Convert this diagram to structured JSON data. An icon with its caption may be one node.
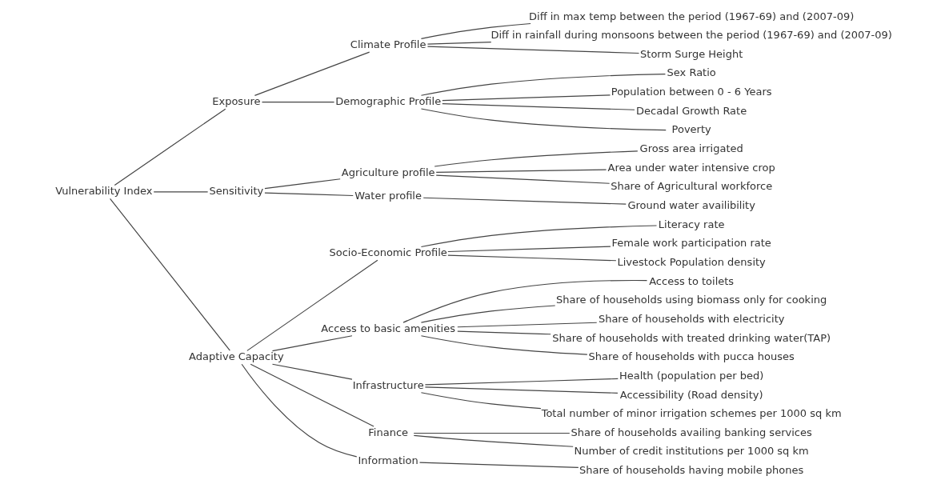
{
  "diagram": {
    "nodes": [
      {
        "text": [
          "Vulnerability Index"
        ]
      },
      {
        "text": [
          "Exposure"
        ]
      },
      {
        "text": [
          "Climate Profile"
        ]
      },
      {
        "text": [
          "Diff in max temp between the period (1967-69) and (2007-09)"
        ]
      },
      {
        "text": [
          "Diff in rainfall during monsoons between the period (1967-69) and (2007-09)"
        ]
      },
      {
        "text": [
          "Storm Surge Height"
        ]
      },
      {
        "text": [
          "Demographic Profile"
        ]
      },
      {
        "text": [
          "Sex Ratio"
        ]
      },
      {
        "text": [
          "Population between 0 - 6 Years"
        ]
      },
      {
        "text": [
          "Decadal Growth Rate"
        ]
      },
      {
        "text": [
          "Poverty"
        ]
      },
      {
        "text": [
          "Sensitivity"
        ]
      },
      {
        "text": [
          "Agriculture profile"
        ]
      },
      {
        "text": [
          "Gross area irrigated"
        ]
      },
      {
        "text": [
          "Area under water intensive crop"
        ]
      },
      {
        "text": [
          "Share of Agricultural workforce"
        ]
      },
      {
        "text": [
          "Water profile"
        ]
      },
      {
        "text": [
          "Ground water availibility"
        ]
      },
      {
        "text": [
          "Adaptive Capacity"
        ]
      },
      {
        "text": [
          "Socio-Economic Profile"
        ]
      },
      {
        "text": [
          "Literacy rate"
        ]
      },
      {
        "text": [
          "Female work participation rate"
        ]
      },
      {
        "text": [
          "Livestock Population density"
        ]
      },
      {
        "text": [
          "Access to basic amenities"
        ]
      },
      {
        "text": [
          "Access to toilets"
        ]
      },
      {
        "text": [
          "Share of households using biomass only for cooking"
        ]
      },
      {
        "text": [
          "Share of households with electricity"
        ]
      },
      {
        "text": [
          "Share of households with treated drinking water(TAP)"
        ]
      },
      {
        "text": [
          "Share of households with pucca houses"
        ]
      },
      {
        "text": [
          "Infrastructure"
        ]
      },
      {
        "text": [
          "Health (population per bed)"
        ]
      },
      {
        "text": [
          "Accessibility (Road density)"
        ]
      },
      {
        "text": [
          "Total number of minor irrigation schemes per 1000 sq km"
        ]
      },
      {
        "text": [
          "Finance"
        ]
      },
      {
        "text": [
          "Share of households availing banking services"
        ]
      },
      {
        "text": [
          "Number of credit institutions per 1000 sq km"
        ]
      },
      {
        "text": [
          "Information"
        ]
      },
      {
        "text": [
          "Share of households having mobile phones"
        ]
      }
    ],
    "edges": [
      {
        "from": 0,
        "to": 1,
        "arrow": "none"
      },
      {
        "from": 1,
        "to": 2,
        "arrow": "none"
      },
      {
        "from": 2,
        "to": 3,
        "arrow": "none"
      },
      {
        "from": 2,
        "to": 4,
        "arrow": "none"
      },
      {
        "from": 2,
        "to": 5,
        "arrow": "none"
      },
      {
        "from": 1,
        "to": 6,
        "arrow": "none"
      },
      {
        "from": 6,
        "to": 7,
        "arrow": "none"
      },
      {
        "from": 6,
        "to": 8,
        "arrow": "none"
      },
      {
        "from": 6,
        "to": 9,
        "arrow": "none"
      },
      {
        "from": 6,
        "to": 10,
        "arrow": "none"
      },
      {
        "from": 0,
        "to": 11,
        "arrow": "none"
      },
      {
        "from": 11,
        "to": 12,
        "arrow": "none"
      },
      {
        "from": 12,
        "to": 13,
        "arrow": "none"
      },
      {
        "from": 12,
        "to": 14,
        "arrow": "none"
      },
      {
        "from": 12,
        "to": 15,
        "arrow": "none"
      },
      {
        "from": 11,
        "to": 16,
        "arrow": "none"
      },
      {
        "from": 16,
        "to": 17,
        "arrow": "none"
      },
      {
        "from": 0,
        "to": 18,
        "arrow": "none"
      },
      {
        "from": 18,
        "to": 19,
        "arrow": "none"
      },
      {
        "from": 19,
        "to": 20,
        "arrow": "none"
      },
      {
        "from": 19,
        "to": 21,
        "arrow": "none"
      },
      {
        "from": 19,
        "to": 22,
        "arrow": "none"
      },
      {
        "from": 18,
        "to": 23,
        "arrow": "none"
      },
      {
        "from": 23,
        "to": 24,
        "arrow": "none"
      },
      {
        "from": 23,
        "to": 25,
        "arrow": "none"
      },
      {
        "from": 23,
        "to": 26,
        "arrow": "none"
      },
      {
        "from": 23,
        "to": 27,
        "arrow": "none"
      },
      {
        "from": 23,
        "to": 28,
        "arrow": "none"
      },
      {
        "from": 18,
        "to": 29,
        "arrow": "none"
      },
      {
        "from": 29,
        "to": 30,
        "arrow": "none"
      },
      {
        "from": 29,
        "to": 31,
        "arrow": "none"
      },
      {
        "from": 29,
        "to": 32,
        "arrow": "none"
      },
      {
        "from": 18,
        "to": 33,
        "arrow": "none"
      },
      {
        "from": 33,
        "to": 34,
        "arrow": "none"
      },
      {
        "from": 33,
        "to": 35,
        "arrow": "none"
      },
      {
        "from": 18,
        "to": 36,
        "arrow": "none"
      },
      {
        "from": 36,
        "to": 37,
        "arrow": "none"
      }
    ]
  }
}
